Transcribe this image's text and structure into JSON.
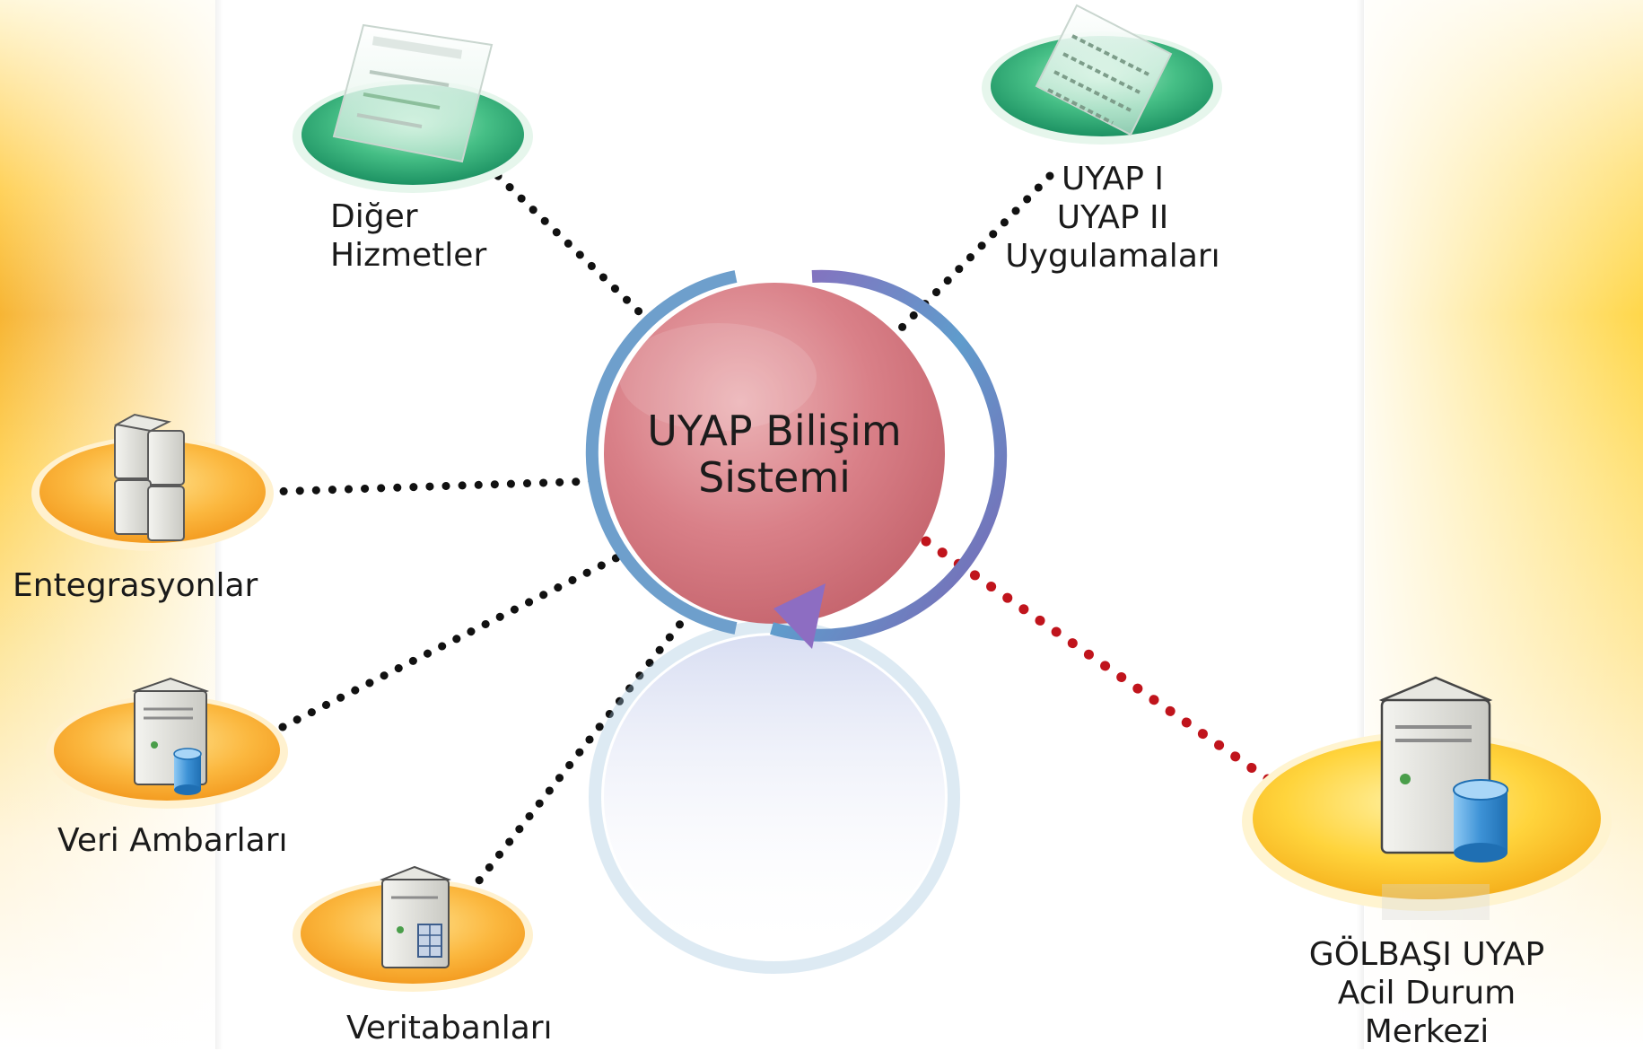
{
  "center": {
    "line1": "UYAP Bilişim",
    "line2": "Sistemi"
  },
  "nodes": {
    "diger": {
      "line1": "Diğer",
      "line2": "Hizmetler"
    },
    "uyap": {
      "line1": "UYAP I",
      "line2": "UYAP II",
      "line3": "Uygulamaları"
    },
    "entegrasyon": {
      "label": "Entegrasyonlar"
    },
    "veri_ambar": {
      "label": "Veri Ambarları"
    },
    "veritabani": {
      "label": "Veritabanları"
    },
    "golbasi": {
      "line1": "GÖLBAŞI UYAP",
      "line2": "Acil Durum",
      "line3": "Merkezi"
    }
  },
  "colors": {
    "connector": "#111111",
    "backup_connector": "#c0141c",
    "green_platform": "#3fb881",
    "orange_platform": "#f9b43a",
    "center_circle": "#d67e84",
    "ring": "#5b97c8"
  }
}
